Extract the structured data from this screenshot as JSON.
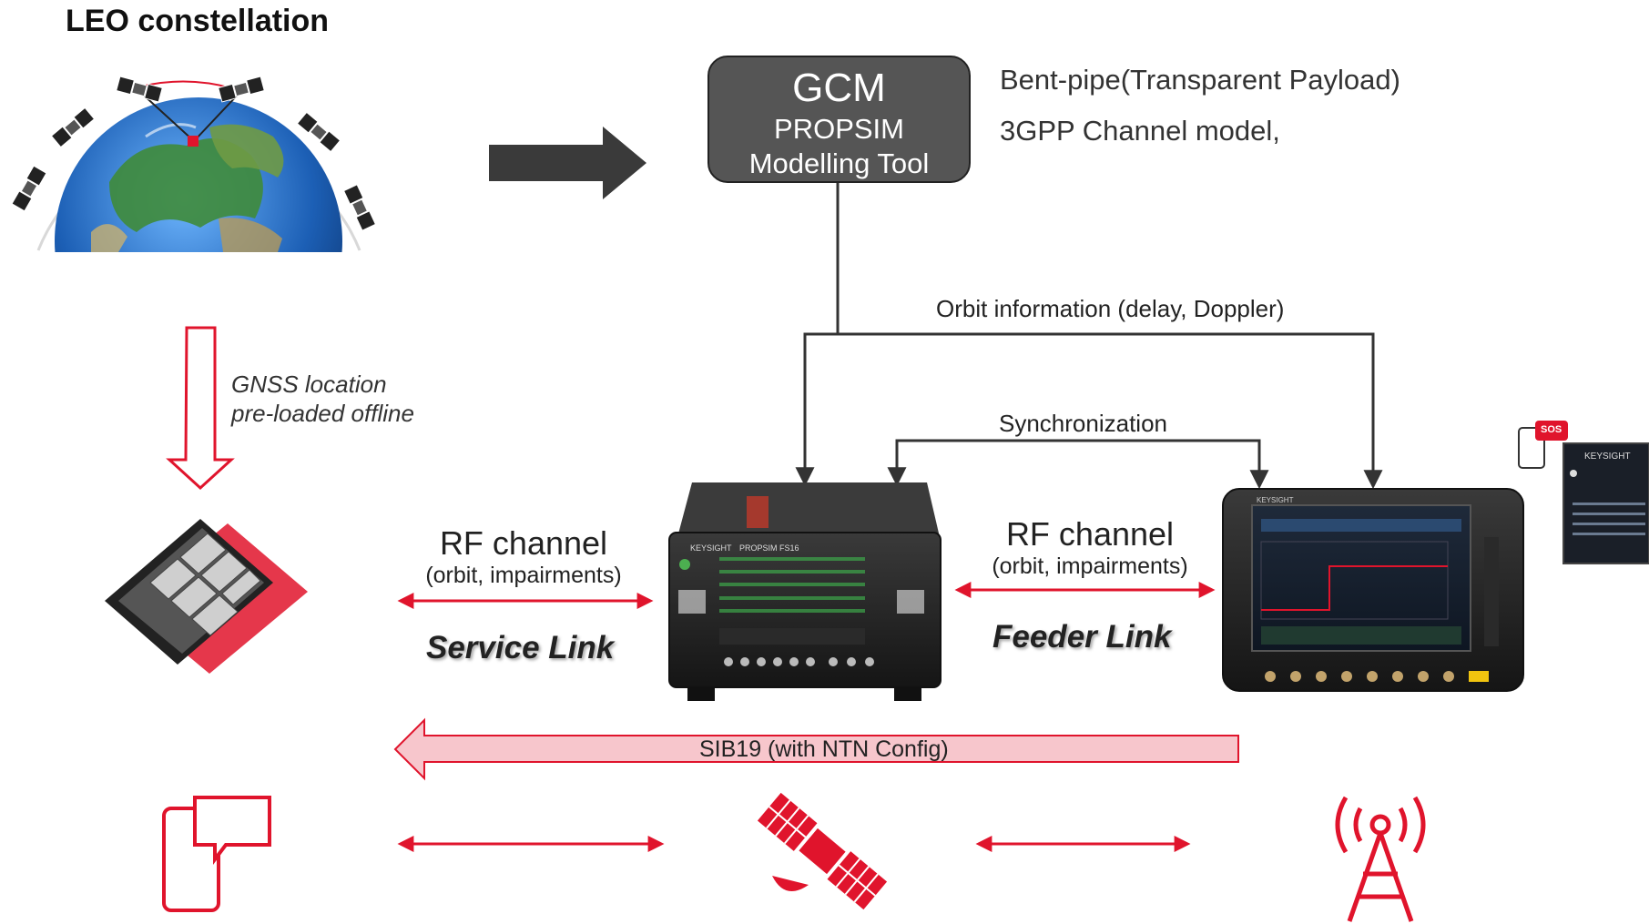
{
  "title": "LEO constellation",
  "gcm": {
    "line1": "GCM",
    "line2": "PROPSIM",
    "line3": "Modelling Tool"
  },
  "description": {
    "line1": "Bent-pipe(Transparent Payload)",
    "line2": "3GPP Channel model,"
  },
  "labels": {
    "orbit_info": "Orbit information (delay, Doppler)",
    "synchronization": "Synchronization",
    "gnss_line1": "GNSS location",
    "gnss_line2": "pre-loaded offline",
    "rf_left": "RF channel",
    "rf_left_sub": "(orbit, impairments)",
    "service_link": "Service Link",
    "rf_right": "RF channel",
    "rf_right_sub": "(orbit, impairments)",
    "feeder_link": "Feeder Link",
    "sib19": "SIB19 (with NTN Config)"
  },
  "devices": {
    "emulator_brand": "KEYSIGHT",
    "emulator_model": "PROPSIM FS16",
    "tester_brand": "KEYSIGHT",
    "phone_sos": "SOS",
    "screen_brand": "KEYSIGHT"
  },
  "colors": {
    "accent_red": "#e0142c",
    "gcm_box": "#555555",
    "arrow_dark": "#3a3a3a",
    "sib_fill": "#f7c6cc"
  },
  "icons": [
    "globe-icon",
    "satellite-icon",
    "chipset-icon",
    "phone-icon",
    "cell-tower-icon"
  ]
}
